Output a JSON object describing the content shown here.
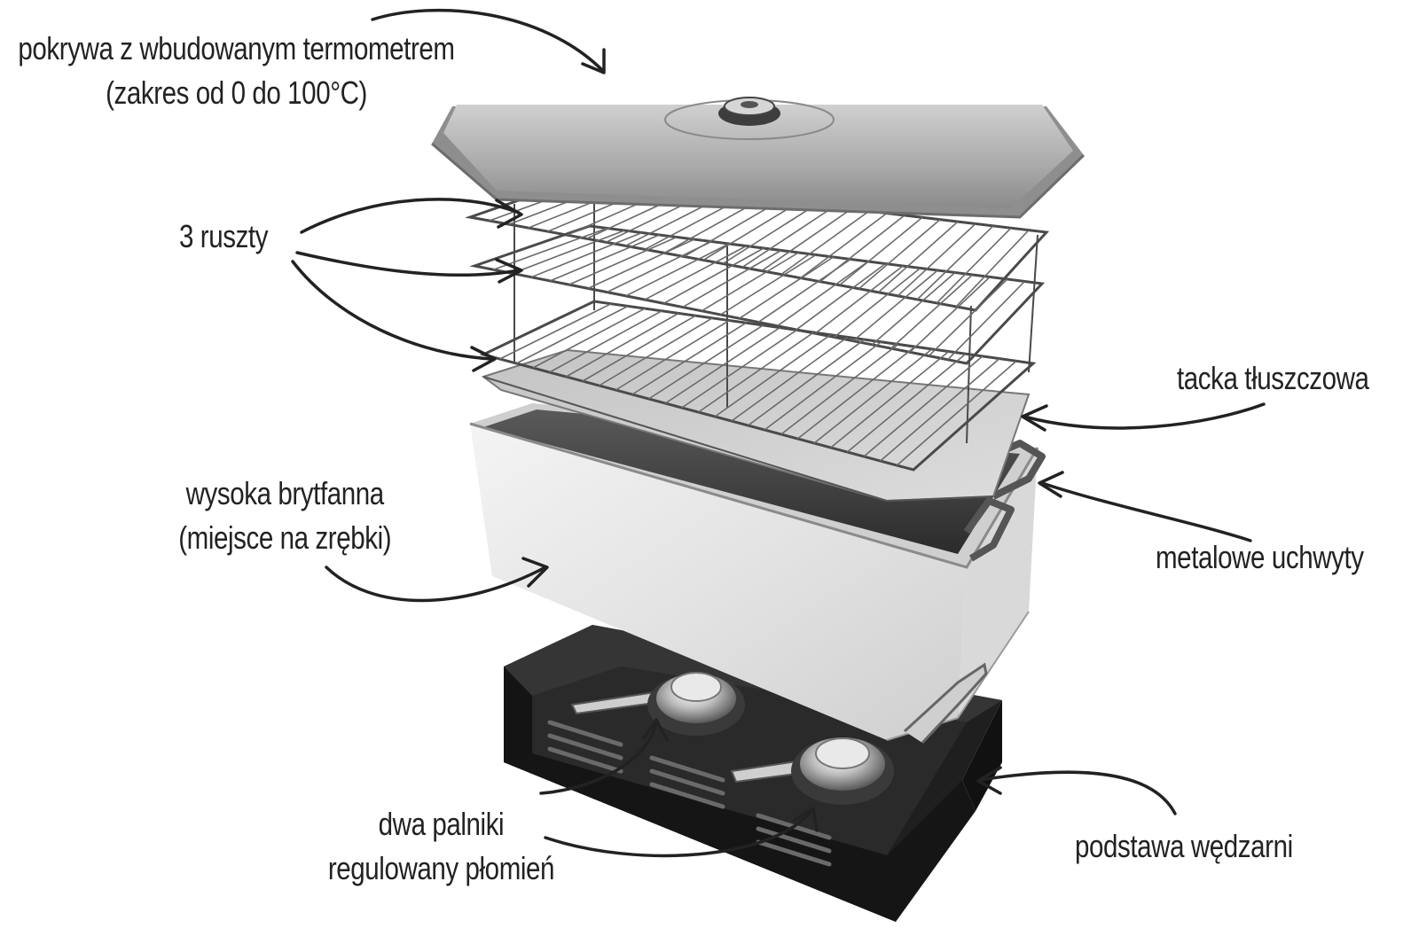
{
  "labels": {
    "lid_line1": "pokrywa z wbudowanym termometrem",
    "lid_line2": "(zakres od 0 do 100°C)",
    "racks": "3 ruszty",
    "tray": "tacka tłuszczowa",
    "pan_line1": "wysoka brytfanna",
    "pan_line2": "(miejsce na zrębki)",
    "handles": "metalowe uchwyty",
    "burners_line1": "dwa palniki",
    "burners_line2": "regulowany płomień",
    "base": "podstawa wędzarni"
  },
  "colors": {
    "ink": "#222222",
    "steel_light": "#e6e6e6",
    "steel_mid": "#b9b9b9",
    "steel_dark": "#7a7a7a",
    "base_black": "#1e1e1e"
  }
}
